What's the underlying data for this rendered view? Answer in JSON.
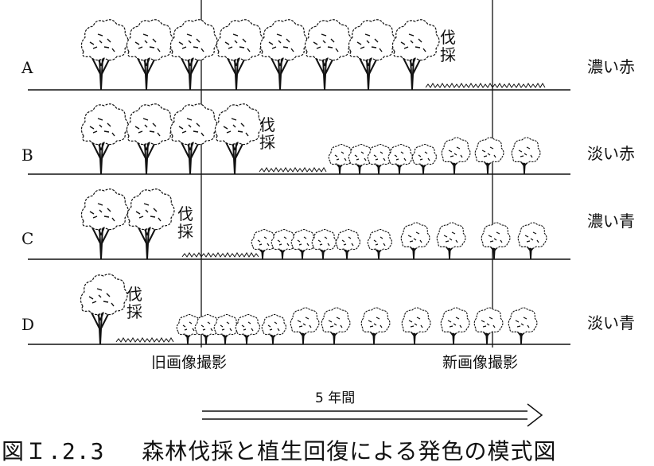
{
  "rows": [
    {
      "id": "A",
      "color_label": "濃い赤",
      "cut_text": [
        "伐",
        "採"
      ]
    },
    {
      "id": "B",
      "color_label": "淡い赤",
      "cut_text": [
        "伐",
        "採"
      ]
    },
    {
      "id": "C",
      "color_label": "濃い青",
      "cut_text": [
        "伐",
        "採"
      ]
    },
    {
      "id": "D",
      "color_label": "淡い青",
      "cut_text": [
        "伐",
        "採"
      ]
    }
  ],
  "old_image_label": "旧画像撮影",
  "new_image_label": "新画像撮影",
  "period_label": "5 年間",
  "caption": "図Ｉ.2.3　 森林伐採と植生回復による発色の模式図",
  "colors": {
    "ink": "#111111"
  }
}
